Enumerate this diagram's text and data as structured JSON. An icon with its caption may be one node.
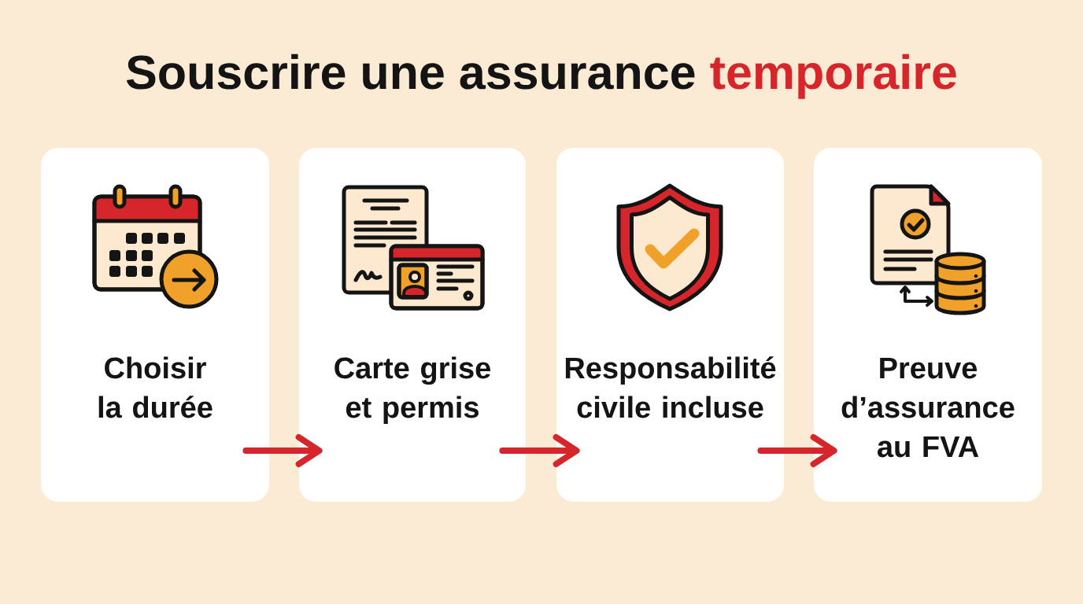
{
  "diagram": {
    "title": "Souscrire une assurance temporaire",
    "nodes": [
      {
        "text": [
          "Choisir la durée"
        ]
      },
      {
        "text": [
          "Carte grise et permis"
        ]
      },
      {
        "text": [
          "Responsabilité civile incluse"
        ]
      },
      {
        "text": [
          "Preuve d’assurance au FVA"
        ]
      }
    ],
    "edges": [
      {
        "from": 0,
        "to": 1,
        "arrow": "to"
      },
      {
        "from": 1,
        "to": 2,
        "arrow": "to"
      },
      {
        "from": 2,
        "to": 3,
        "arrow": "to"
      }
    ]
  }
}
